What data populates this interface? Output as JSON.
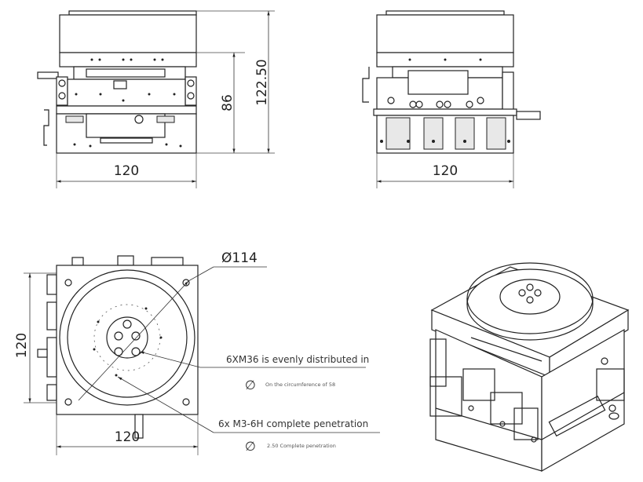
{
  "front_view": {
    "width_dim": "120",
    "height_dim_1": "86",
    "height_dim_2": "122.50"
  },
  "side_view": {
    "width_dim": "120"
  },
  "top_view": {
    "diameter_dim": "Ø114",
    "height_dim": "120",
    "width_dim": "120",
    "note_1": {
      "title": "6XM36 is evenly distributed in",
      "symbol": "∅",
      "detail": "On the circumference of 58"
    },
    "note_2": {
      "title": "6x M3-6H complete penetration",
      "symbol": "∅",
      "detail": "2.50 Complete penetration"
    }
  }
}
